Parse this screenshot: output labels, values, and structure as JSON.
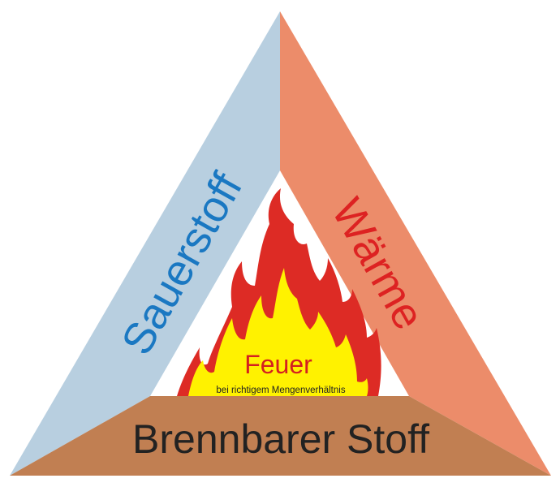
{
  "diagram": {
    "left_side": {
      "label": "Sauerstoff",
      "color": "#b8cfe0",
      "text_color": "#1a78c2"
    },
    "right_side": {
      "label": "Wärme",
      "color": "#ec8c6a",
      "text_color": "#dd2222"
    },
    "bottom_side": {
      "label": "Brennbarer Stoff",
      "color": "#c17f52",
      "text_color": "#222222"
    },
    "center": {
      "title": "Feuer",
      "subtitle": "bei richtigem Mengenverhältnis",
      "title_color": "#d42020",
      "flame_outer_color": "#dd2b25",
      "flame_inner_color": "#fff200"
    }
  }
}
